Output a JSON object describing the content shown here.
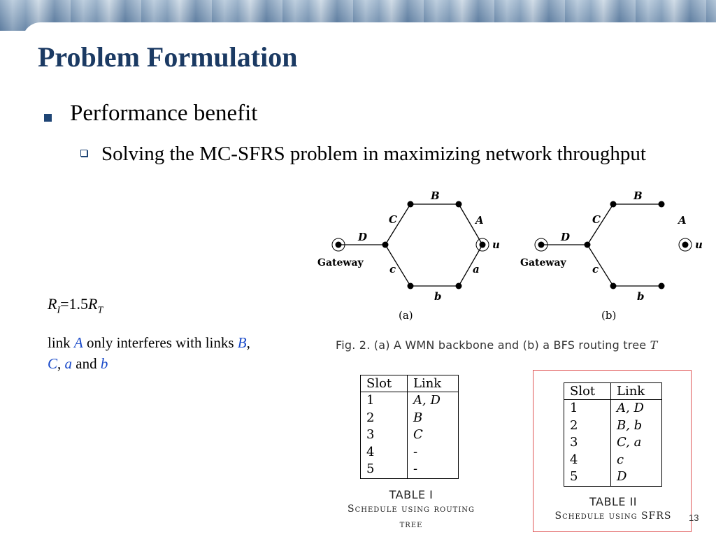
{
  "slide": {
    "title": "Problem Formulation",
    "bullet1": "Performance benefit",
    "bullet2": "Solving the MC-SFRS problem in maximizing network throughput",
    "ratio": {
      "r": "R",
      "sub_i": "I",
      "equals": "=1.5",
      "sub_t": "T"
    },
    "note": {
      "prefix": "link ",
      "link_a": "A",
      "mid": " only interferes with links ",
      "link_b_upper": "B",
      "sep1": ", ",
      "link_c_upper": "C",
      "sep2": ", ",
      "link_a_lower": "a",
      "and": " and ",
      "link_b_lower": "b"
    },
    "page_number": "13"
  },
  "figure": {
    "caption_prefix": "Fig. 2.   (a) A WMN backbone and (b) a BFS routing tree ",
    "caption_var": "T",
    "labels": {
      "B": "B",
      "A": "A",
      "C": "C",
      "D": "D",
      "u": "u",
      "c": "c",
      "a": "a",
      "b": "b",
      "gateway": "Gateway"
    },
    "sub_a": "(a)",
    "sub_b": "(b)"
  },
  "table1": {
    "headers": [
      "Slot",
      "Link"
    ],
    "rows": [
      [
        "1",
        "A, D"
      ],
      [
        "2",
        "B"
      ],
      [
        "3",
        "C"
      ],
      [
        "4",
        "-"
      ],
      [
        "5",
        "-"
      ]
    ],
    "caption_num": "TABLE I",
    "caption_desc_1": "Schedule using routing",
    "caption_desc_2": "tree"
  },
  "table2": {
    "headers": [
      "Slot",
      "Link"
    ],
    "rows": [
      [
        "1",
        "A, D"
      ],
      [
        "2",
        "B, b"
      ],
      [
        "3",
        "C, a"
      ],
      [
        "4",
        "c"
      ],
      [
        "5",
        "D"
      ]
    ],
    "caption_num": "TABLE II",
    "caption_desc": "Schedule using SFRS"
  },
  "colors": {
    "title": "#1b3a63",
    "bullet": "#1f4575",
    "link_highlight": "#1849c9",
    "box": "#e05858"
  }
}
